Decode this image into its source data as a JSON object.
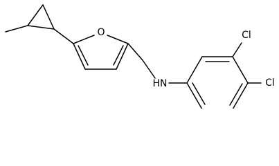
{
  "molecule": {
    "atoms": {
      "oxygen": "O",
      "nitrogen": "HN",
      "chlorine_top": "Cl",
      "chlorine_right": "Cl"
    }
  },
  "colors": {
    "bond": "#000000",
    "background": "#ffffff"
  }
}
